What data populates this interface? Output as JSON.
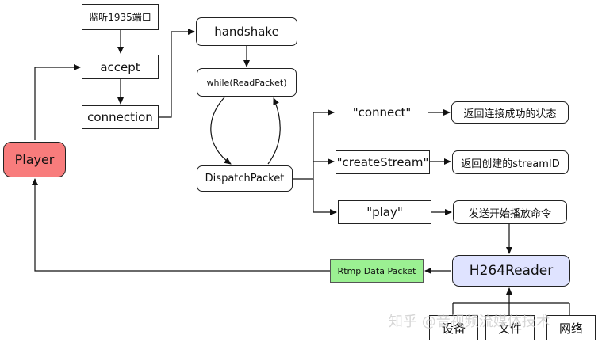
{
  "nodes": {
    "listen": "监听1935端口",
    "accept": "accept",
    "connection": "connection",
    "handshake": "handshake",
    "read_packet": "while(ReadPacket)",
    "dispatch": "DispatchPacket",
    "player": "Player",
    "connect": "\"connect\"",
    "create_stream": "\"createStream\"",
    "play": "\"play\"",
    "connect_result": "返回连接成功的状态",
    "create_stream_result": "返回创建的streamID",
    "play_result": "发送开始播放命令",
    "h264_reader": "H264Reader",
    "rtmp_data_packet": "Rtmp Data Packet",
    "source_device": "设备",
    "source_file": "文件",
    "source_network": "网络"
  },
  "watermark": "知乎 @音视频流媒体技术",
  "colors": {
    "player_fill": "#f87c7c",
    "h264_fill": "#dfe3ff",
    "rtmp_fill": "#9bf092",
    "line": "#111111"
  }
}
